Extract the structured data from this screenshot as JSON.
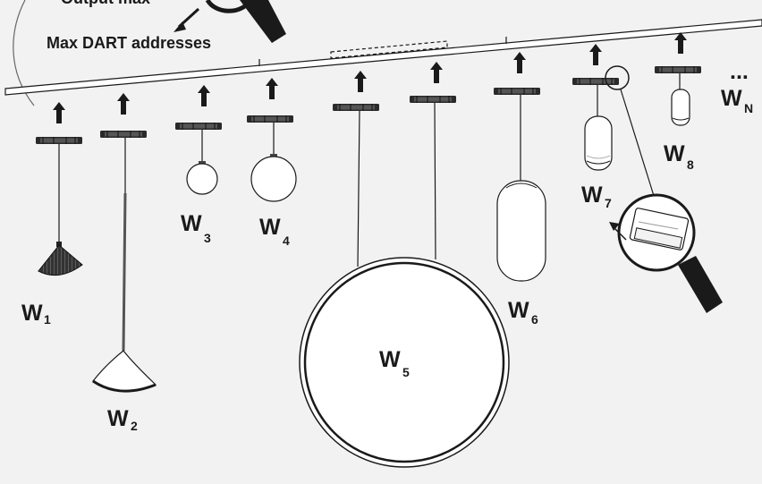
{
  "header": {
    "output_max_label": "Output max",
    "max_dart_label": "Max DART addresses"
  },
  "lamps": [
    {
      "id": "w1",
      "prefix": "W",
      "sub": "1"
    },
    {
      "id": "w2",
      "prefix": "W",
      "sub": "2"
    },
    {
      "id": "w3",
      "prefix": "W",
      "sub": "3"
    },
    {
      "id": "w4",
      "prefix": "W",
      "sub": "4"
    },
    {
      "id": "w5",
      "prefix": "W",
      "sub": "5"
    },
    {
      "id": "w6",
      "prefix": "W",
      "sub": "6"
    },
    {
      "id": "w7",
      "prefix": "W",
      "sub": "7"
    },
    {
      "id": "w8",
      "prefix": "W",
      "sub": "8"
    },
    {
      "id": "wn",
      "prefix": "W",
      "sub": "N"
    }
  ],
  "ellipsis": "...",
  "colors": {
    "stroke": "#1a1a1a",
    "background": "#f2f2f2",
    "fill": "#ffffff"
  },
  "icons": [
    "arrow-up-icon",
    "magnifier-icon",
    "pendant-lamp-icon"
  ]
}
